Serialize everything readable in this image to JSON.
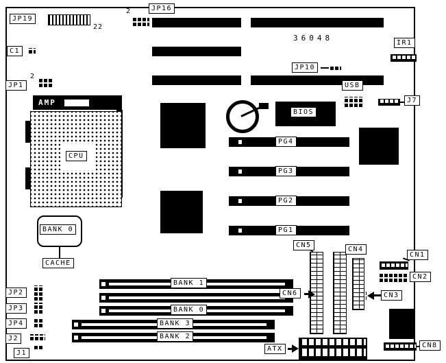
{
  "board": {
    "part_number": "36048",
    "labels": {
      "jp19": "JP19",
      "jp19_pin": "22",
      "jp16": "JP16",
      "jp16_pin": "2",
      "c1": "C1",
      "jp1": "JP1",
      "jp1_pin": "2",
      "ir1": "IR1",
      "jp10": "JP10",
      "usb": "USB",
      "j7": "J7",
      "amp": "AMP",
      "cpu": "CPU",
      "bios": "BIOS",
      "pg4": "PG4",
      "pg3": "PG3",
      "pg2": "PG2",
      "pg1": "PG1",
      "cache_bank": "BANK 0",
      "cache": "CACHE",
      "cn5": "CN5",
      "cn4": "CN4",
      "cn6": "CN6",
      "cn1": "CN1",
      "cn2": "CN2",
      "cn3": "CN3",
      "cn8": "CN8",
      "jp2": "JP2",
      "jp3": "JP3",
      "jp4": "JP4",
      "j2": "J2",
      "j1": "J1",
      "bank1": "BANK 1",
      "bank0": "BANK 0",
      "bank3": "BANK 3",
      "bank2": "BANK 2",
      "atx": "ATX"
    },
    "colors": {
      "ink": "#000000",
      "paper": "#ffffff"
    }
  }
}
